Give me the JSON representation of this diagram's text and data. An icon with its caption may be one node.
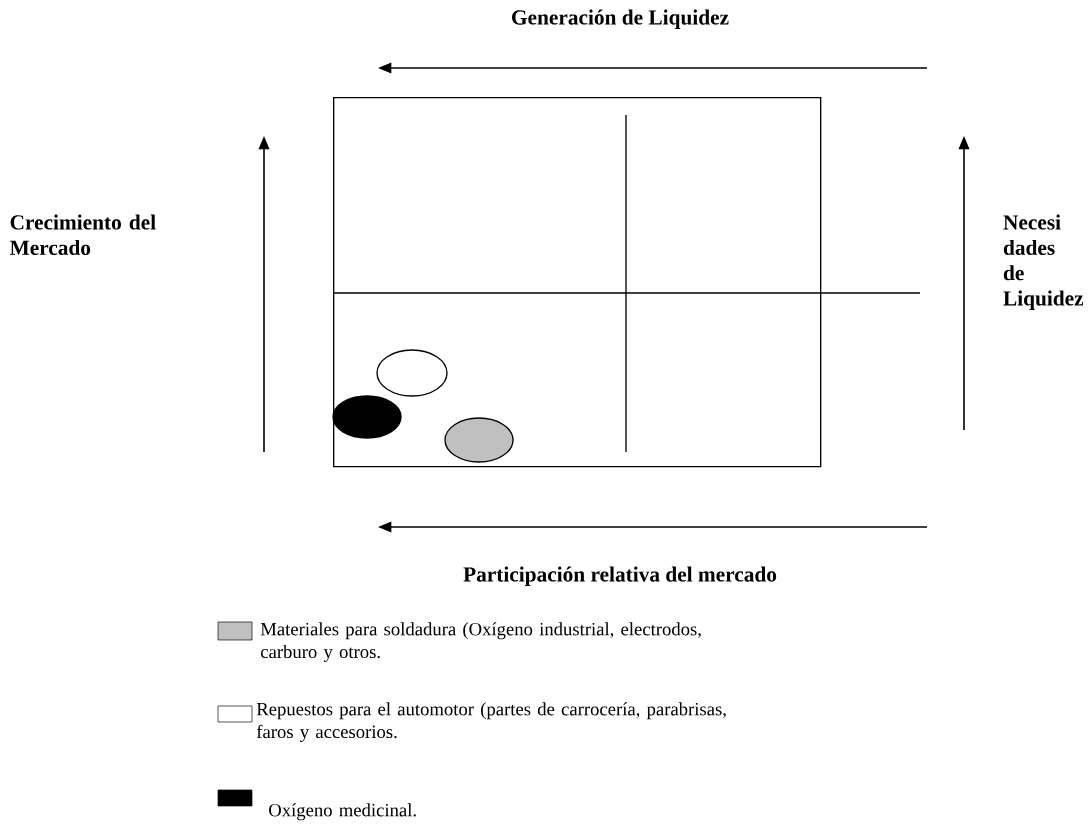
{
  "diagram": {
    "nodes": [
      {
        "text": [],
        "shape": "box"
      },
      {
        "text": [],
        "shape": "ellipse",
        "in": 0
      },
      {
        "text": [],
        "shape": "ellipse",
        "in": 0
      },
      {
        "text": [],
        "shape": "ellipse",
        "in": 0
      }
    ],
    "labels": [
      "Generación de Liquidez",
      "Crecimiento del Mercado",
      "Necesi dades de Liquidez",
      "Participación relativa del mercado"
    ],
    "legend": [
      {
        "text": "Materiales para soldadura (Oxígeno industrial, electrodos, carburo y otros.",
        "color": "#c0c0c0"
      },
      {
        "text": "Repuestos para el automotor (partes de carrocería, parabrisas, faros y accesorios."
      },
      {
        "text": "Oxígeno medicinal.",
        "color": "#000000"
      }
    ]
  }
}
